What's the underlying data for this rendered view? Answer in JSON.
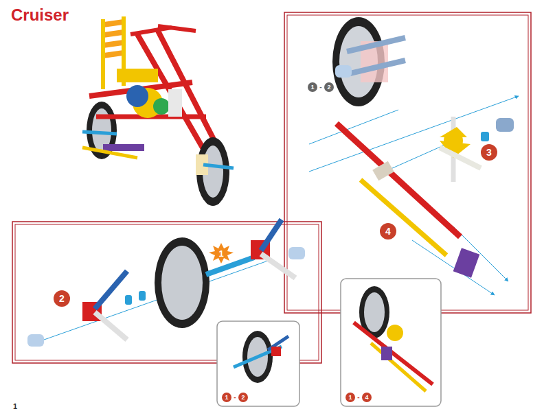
{
  "diagram": {
    "title": "Cruiser",
    "labels": [
      "1",
      "2",
      "1",
      "-",
      "2",
      "3",
      "4",
      "1",
      "-",
      "2",
      "1",
      "-",
      "4",
      "1"
    ]
  }
}
